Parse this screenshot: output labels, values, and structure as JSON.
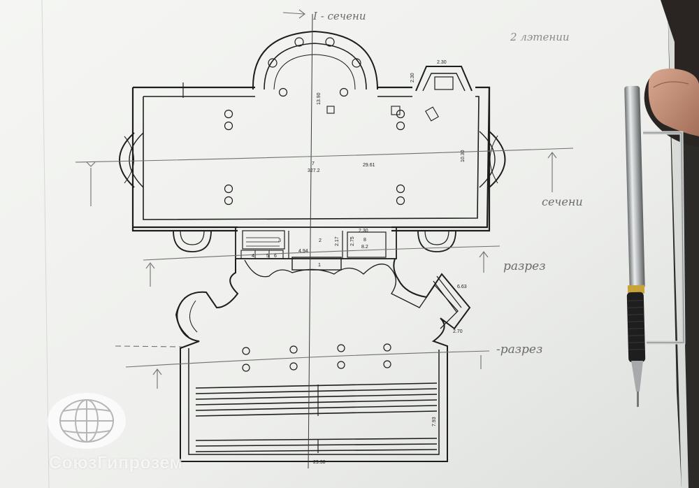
{
  "handwritten": {
    "top_section": "I - сечени",
    "corner_note": "2 лэтении",
    "right_section": "сечени",
    "razrez_upper": "разрез",
    "razrez_lower": "-разрез"
  },
  "plan_labels": {
    "height_dome": "13.90",
    "length_total": "29.61",
    "height_right": "10.30",
    "area_main": "327.2",
    "room_main": "7",
    "bay_width": "2.30",
    "bay_height": "2.30",
    "room_small_dim": "2.30",
    "room_small_num": "8",
    "room_small_area": "8.2",
    "corridor_dim": "2.17",
    "corridor_dim2": "2.75",
    "corridor_len": "4.94",
    "room_2": "2",
    "room_3": "3",
    "room_1": "1",
    "room_4": "4",
    "room_5": "5",
    "room_6": "6",
    "side_dim": "6.63",
    "side_dim2": "2.70",
    "hall_height": "7.93",
    "base_width": "29.30"
  },
  "watermark": {
    "brand": "СоюзГипрозем"
  },
  "colors": {
    "paper": "#f4f5f1",
    "ink": "#1d1d1d",
    "pencil": "#6e6e6e",
    "background": "#3a3b38"
  }
}
